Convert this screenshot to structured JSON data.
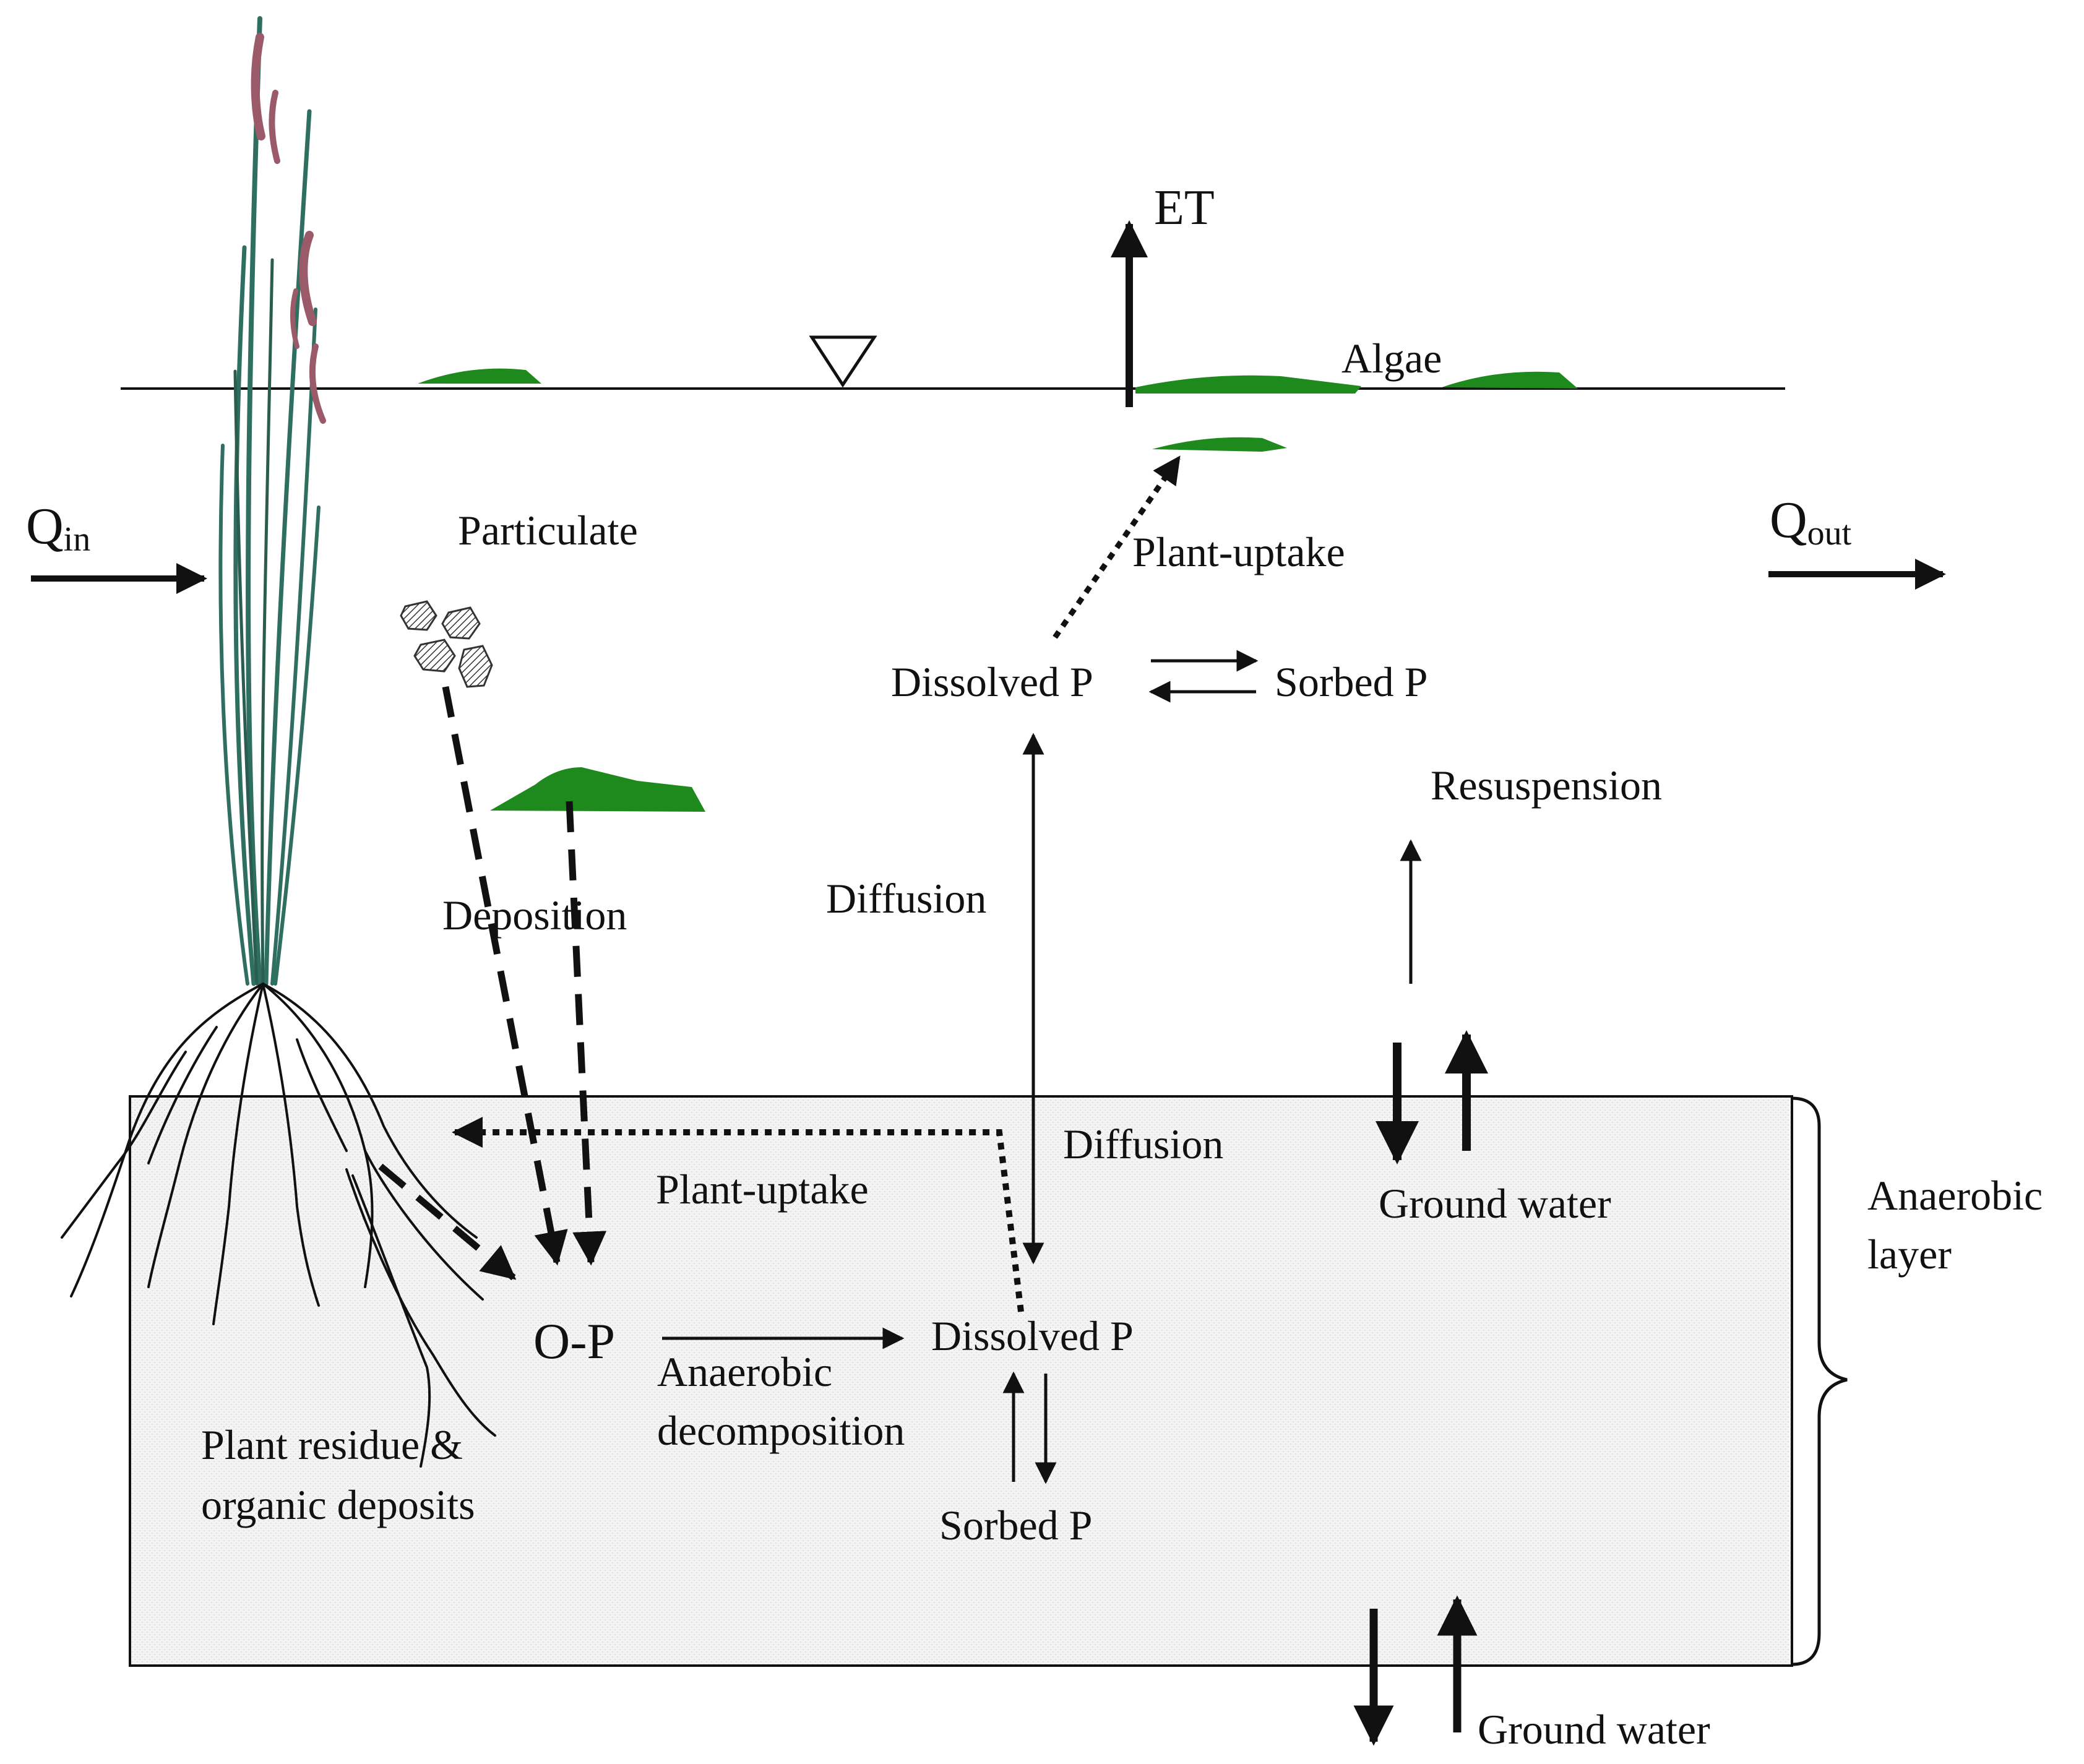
{
  "labels": {
    "et": "ET",
    "algae": "Algae",
    "q_in": "Q",
    "q_in_sub": "in",
    "q_out": "Q",
    "q_out_sub": "out",
    "particulate": "Particulate",
    "plant_uptake_water": "Plant-uptake",
    "dissolved_p_water": "Dissolved P",
    "sorbed_p_water": "Sorbed P",
    "resuspension": "Resuspension",
    "deposition": "Deposition",
    "diffusion_water": "Diffusion",
    "diffusion_sediment": "Diffusion",
    "ground_water_upper": "Ground water",
    "anaerobic_layer_line1": "Anaerobic",
    "anaerobic_layer_line2": "layer",
    "plant_uptake_sediment": "Plant-uptake",
    "o_p": "O-P",
    "dissolved_p_sediment": "Dissolved P",
    "anaerobic_decomp_line1": "Anaerobic",
    "anaerobic_decomp_line2": "decomposition",
    "plant_residue_line1": "Plant residue &",
    "plant_residue_line2": "organic deposits",
    "sorbed_p_sediment": "Sorbed P",
    "ground_water_lower": "Ground water"
  },
  "colors": {
    "algae": "#1e8a1e",
    "reed_leaf": "#2f6f5f",
    "reed_flower": "#9b5a6a",
    "sediment_fill": "#f3f3f3",
    "ink": "#111111"
  }
}
